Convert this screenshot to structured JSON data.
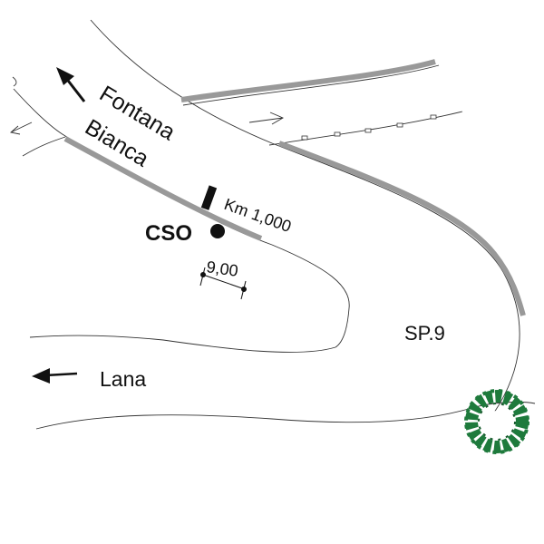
{
  "labels": {
    "destination_north": "Fontana",
    "destination_north_2": "Bianca",
    "kilometre_marker": "Km 1,000",
    "station": "CSO",
    "distance": "9,00",
    "road_name": "SP.9",
    "destination_west": "Lana"
  },
  "colors": {
    "barrier": "#999999",
    "tree": "#1e7a3c",
    "ink": "#111111"
  }
}
